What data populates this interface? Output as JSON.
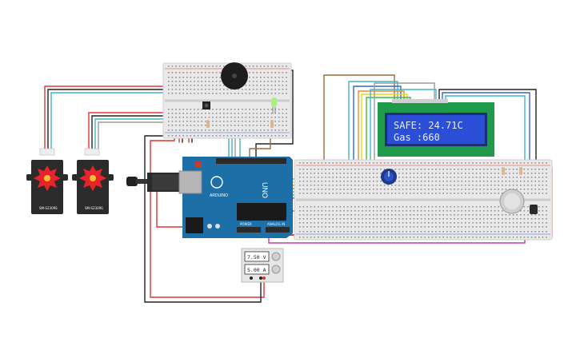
{
  "lcd": {
    "line1": "SAFE: 24.71C",
    "line2": "Gas :660"
  },
  "power_supply": {
    "voltage": "7.50 V",
    "current": "5.00 A"
  },
  "arduino": {
    "brand": "ARDUINO",
    "model": "UNO",
    "power_label": "POWER",
    "analog_label": "ANALOG IN"
  },
  "servos": [
    {
      "label": "SM-S2309S"
    },
    {
      "label": "SM-S2309S"
    }
  ],
  "colors": {
    "breadboard": "#e9e9e9",
    "arduino": "#1d6fa8",
    "lcd_bezel": "#1e9a4a",
    "lcd_screen": "#2a4fd6",
    "wire_red": "#e3342f",
    "wire_black": "#222222",
    "wire_teal": "#3fb6c4",
    "wire_gray": "#9a9a9a",
    "wire_brown": "#9b6b3c",
    "wire_orange": "#f08c1c",
    "wire_yellow": "#e8d51d",
    "wire_green": "#3dbb3d",
    "wire_blue": "#3a5fd4",
    "wire_purple": "#8c3fb8",
    "wire_magenta": "#c838a8"
  }
}
